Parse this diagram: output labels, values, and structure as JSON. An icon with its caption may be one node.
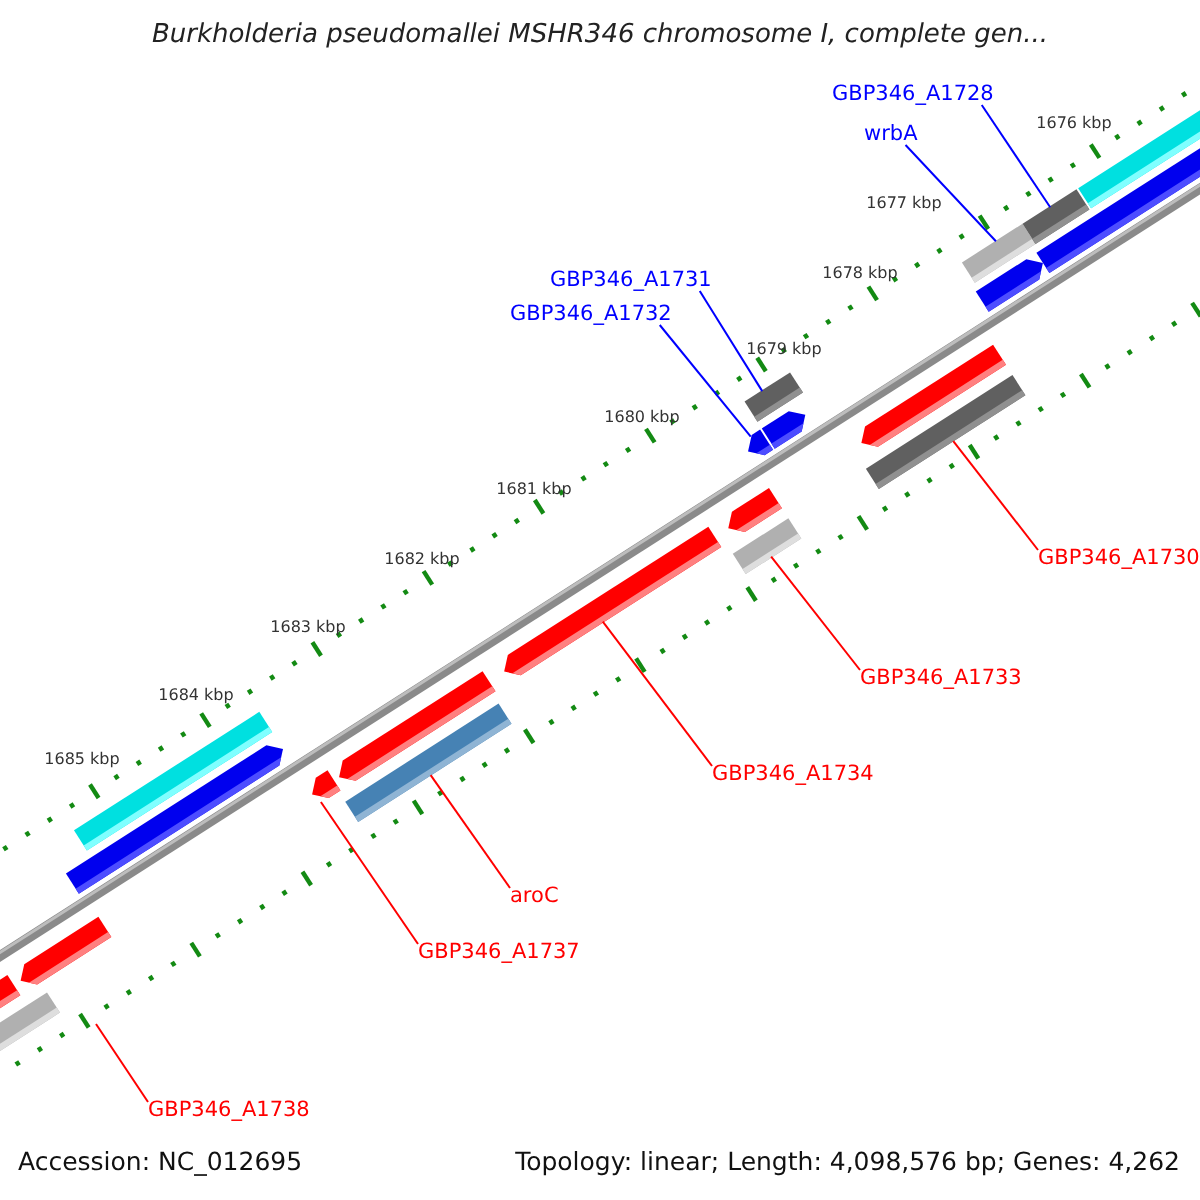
{
  "diagram": {
    "title": "Burkholderia pseudomallei MSHR346 chromosome I, complete gen...",
    "nodes": [
      {
        "text": [
          "GBP346_A1728"
        ]
      },
      {
        "text": [
          "wrbA"
        ]
      },
      {
        "text": [
          "GBP346_A1731"
        ]
      },
      {
        "text": [
          "GBP346_A1732"
        ]
      },
      {
        "text": [
          "GBP346_A1730"
        ]
      },
      {
        "text": [
          "GBP346_A1733"
        ]
      },
      {
        "text": [
          "GBP346_A1734"
        ]
      },
      {
        "text": [
          "aroC"
        ]
      },
      {
        "text": [
          "GBP346_A1737"
        ]
      },
      {
        "text": [
          "GBP346_A1738"
        ]
      },
      {
        "text": [],
        "shape": "bar"
      },
      {
        "text": [],
        "shape": "bar"
      },
      {
        "text": [],
        "shape": "bar"
      },
      {
        "text": [],
        "shape": "bar"
      },
      {
        "text": [],
        "shape": "bar"
      },
      {
        "text": [],
        "shape": "bar"
      },
      {
        "text": [],
        "shape": "bar"
      },
      {
        "text": [],
        "shape": "bar"
      },
      {
        "text": [],
        "shape": "bar"
      },
      {
        "text": [],
        "shape": "bar"
      }
    ],
    "edges": [
      {
        "from": 0,
        "to": 19,
        "arrow": "none",
        "color": "#0000ff"
      },
      {
        "from": 1,
        "to": 18,
        "arrow": "none",
        "color": "#0000ff"
      },
      {
        "from": 2,
        "to": 16,
        "arrow": "none",
        "color": "#0000ff"
      },
      {
        "from": 3,
        "to": 15,
        "arrow": "none",
        "color": "#0000ff"
      },
      {
        "from": 4,
        "to": 17,
        "arrow": "none"
      },
      {
        "from": 5,
        "to": 14,
        "arrow": "none"
      },
      {
        "from": 6,
        "to": 13,
        "arrow": "none"
      },
      {
        "from": 7,
        "to": 12,
        "arrow": "none"
      },
      {
        "from": 8,
        "to": 11,
        "arrow": "none"
      },
      {
        "from": 9,
        "to": 10,
        "arrow": "none"
      }
    ],
    "labels": [
      "1676 kbp",
      "1677 kbp",
      "1678 kbp",
      "1679 kbp",
      "1680 kbp",
      "1681 kbp",
      "1682 kbp",
      "1683 kbp",
      "1684 kbp",
      "1685 kbp",
      "Accession: NC_012695",
      "Topology: linear; Length: 4,098,576 bp; Genes: 4,262"
    ]
  }
}
